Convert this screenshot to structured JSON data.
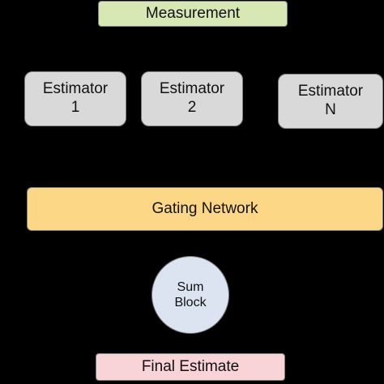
{
  "diagram": {
    "measurement": {
      "label": "Measurement",
      "fill": "#d8e8b4"
    },
    "estimators": [
      {
        "label": "Estimator\n1",
        "fill": "#d9d9d9"
      },
      {
        "label": "Estimator\n2",
        "fill": "#d9d9d9"
      },
      {
        "label": "Estimator\nN",
        "fill": "#d9d9d9"
      }
    ],
    "gating_network": {
      "label": "Gating Network",
      "fill": "#fcd785"
    },
    "sum_block": {
      "label": "Sum\nBlock",
      "fill": "#dbe4f0"
    },
    "final_estimate": {
      "label": "Final Estimate",
      "fill": "#f8d3d8"
    }
  }
}
